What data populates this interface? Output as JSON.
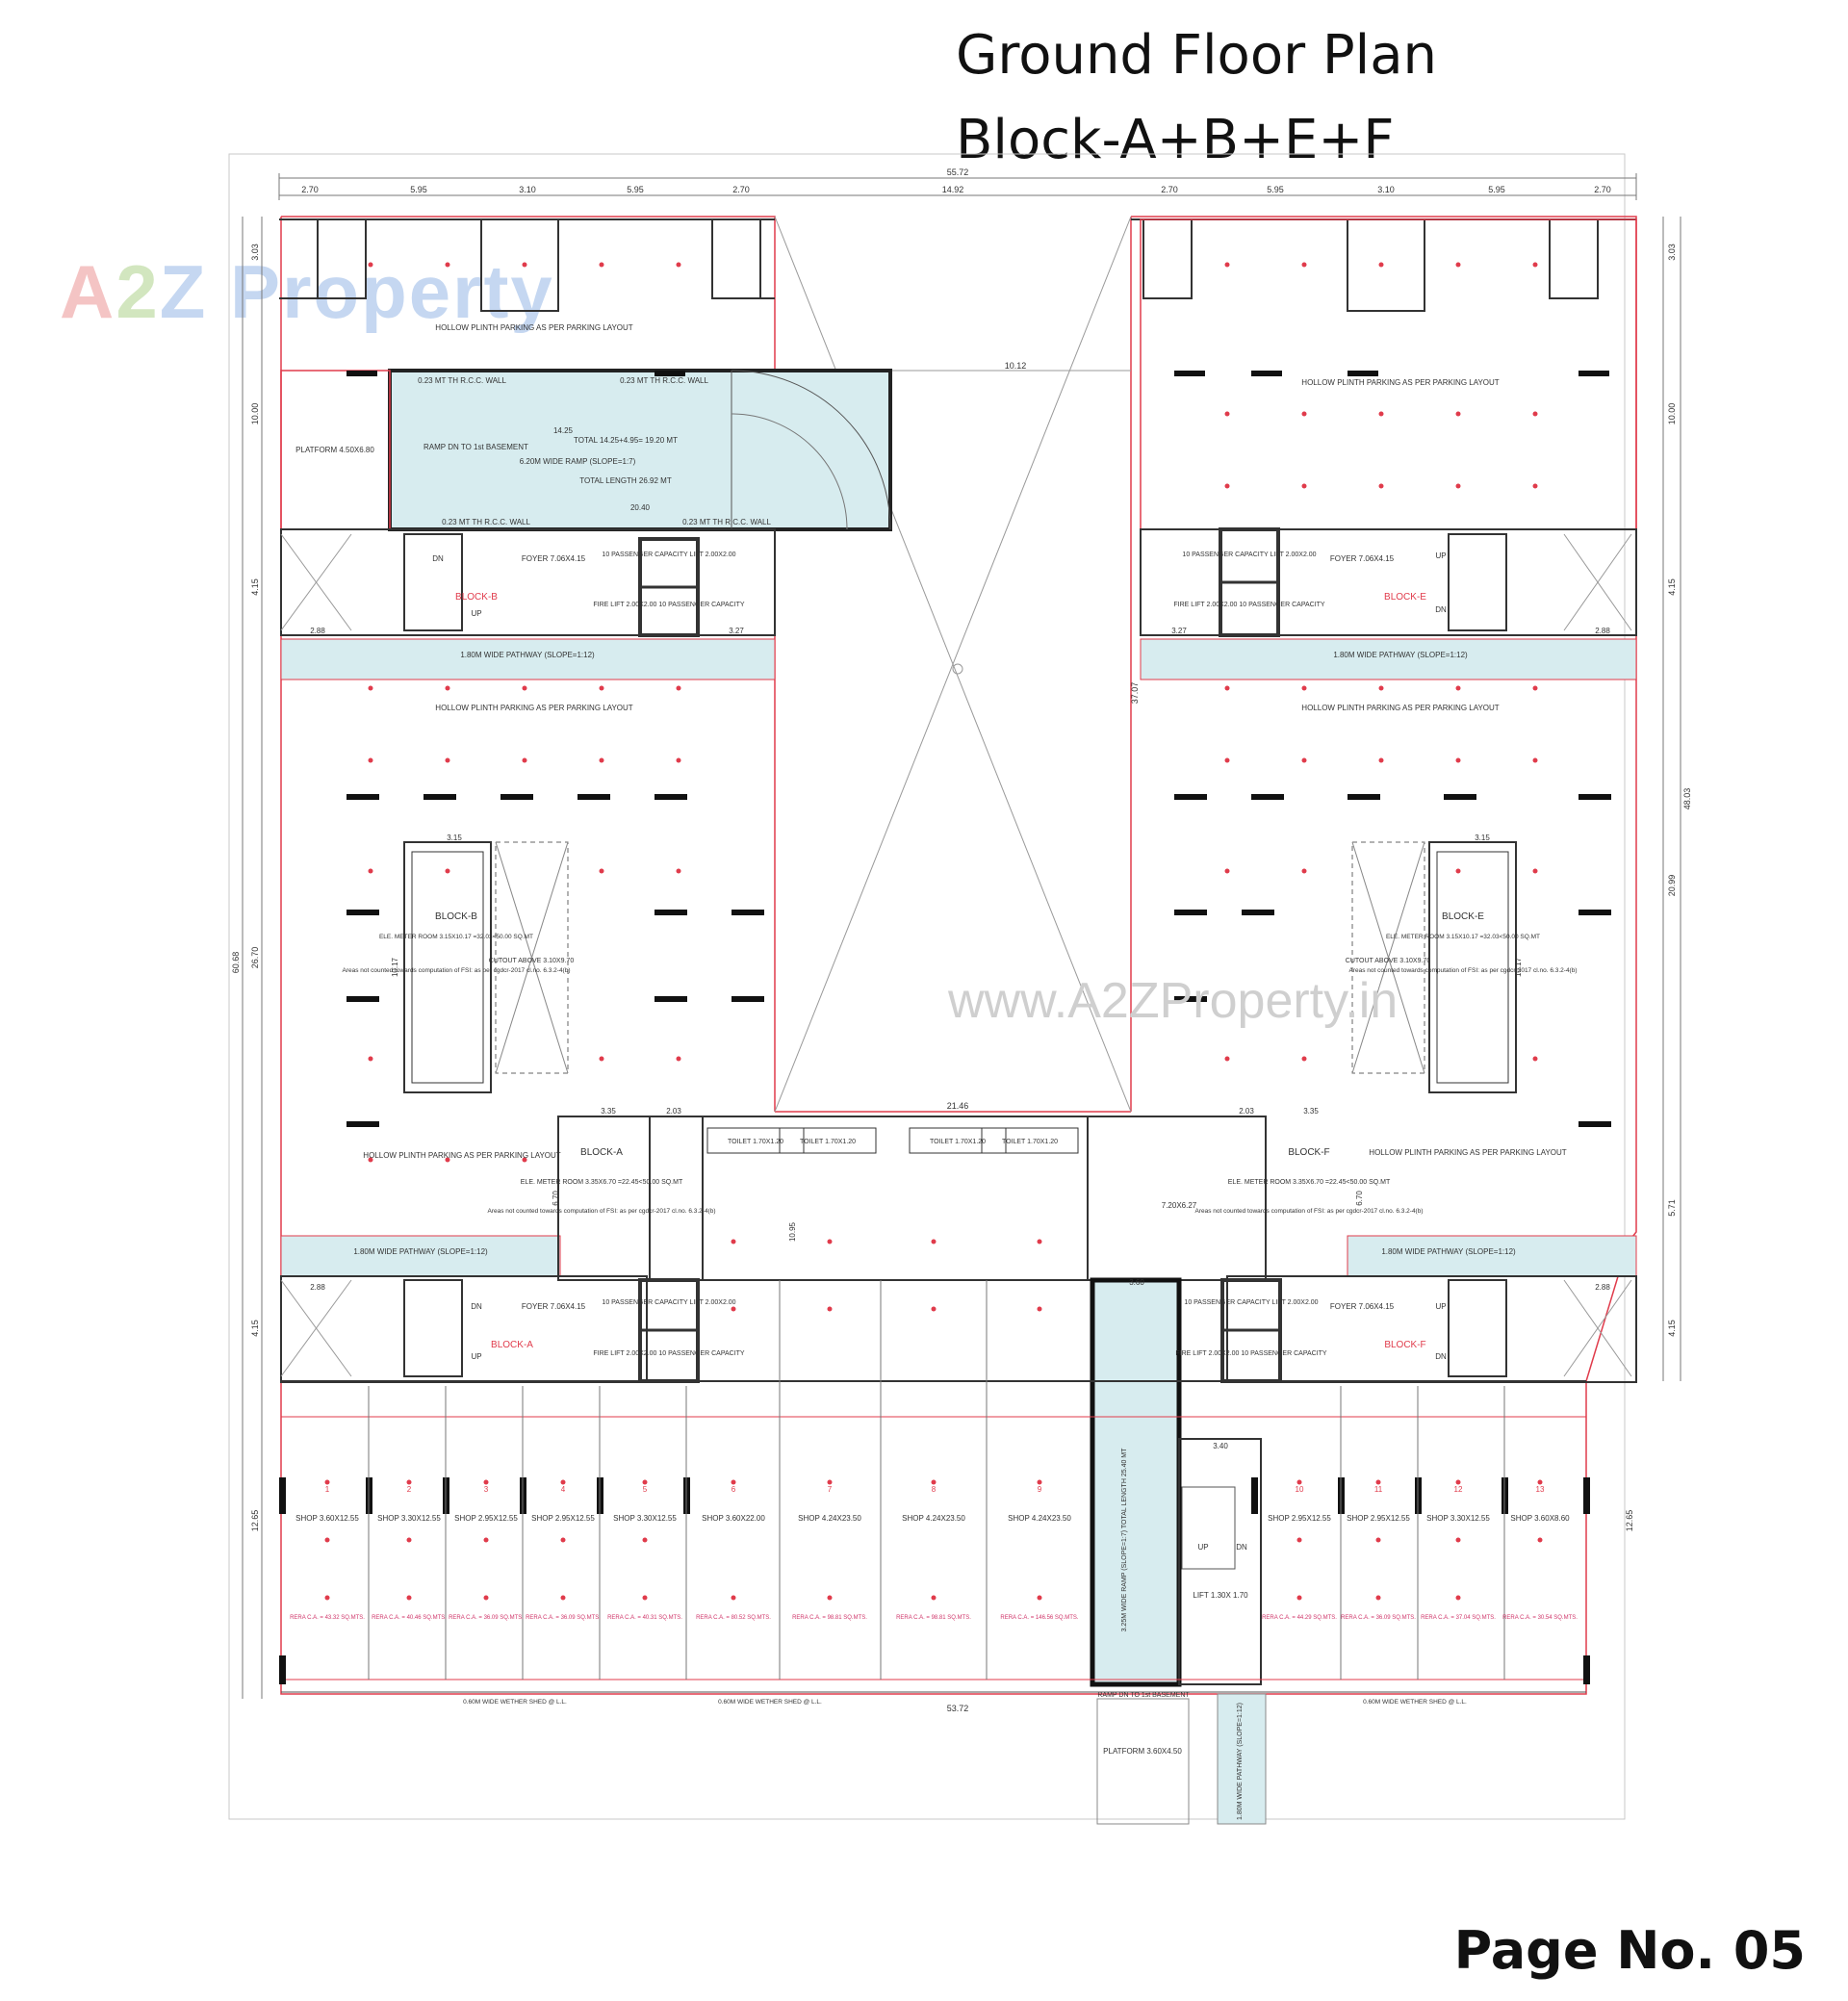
{
  "title": {
    "line1": "Ground Floor Plan",
    "line2": "Block-A+B+E+F"
  },
  "page_number": "Page No. 05",
  "watermark": {
    "logo_part1": "A",
    "logo_part2": "2",
    "logo_part3": "Z Property",
    "url": "www.A2ZProperty.in"
  },
  "colors": {
    "wall": "#333333",
    "red_line": "#e03b4b",
    "cyan_fill": "#d7ecef",
    "dim_line": "#777777",
    "rera_text": "#d0366a"
  },
  "dims": {
    "overall_top": "55.72",
    "overall_bottom": "53.72",
    "top_segments": [
      "2.70",
      "5.95",
      "3.10",
      "5.95",
      "2.70",
      "14.92",
      "2.70",
      "5.95",
      "3.10",
      "5.95",
      "2.70"
    ],
    "left_total": "60.68",
    "left_segments": [
      "3.03",
      "10.00",
      "4.15",
      "26.70",
      "4.15",
      "12.65"
    ],
    "right_total": "48.03",
    "right_segments": [
      "3.03",
      "10.00",
      "4.15",
      "20.99",
      "5.71",
      "4.15",
      "12.65"
    ],
    "court_width": "10.12",
    "court_height": "37.07",
    "centre_gap": "21.46"
  },
  "labels": {
    "hollow_plinth": "HOLLOW PLINTH PARKING AS PER PARKING LAYOUT",
    "platform_top": "PLATFORM 4.50X6.80",
    "ramp_to_basement": "RAMP DN TO 1st BASEMENT",
    "rcc_wall": "0.23 MT TH R.C.C. WALL",
    "ramp_total": "TOTAL 14.25+4.95= 19.20 MT",
    "ramp_wide": "6.20M WIDE RAMP (SLOPE=1:7)",
    "ramp_length": "TOTAL LENGTH 26.92 MT",
    "ramp_20_40": "20.40",
    "ramp_14_25": "14.25",
    "foyer": "FOYER 7.06X4.15",
    "passenger_lift": "10 PASSENGER CAPACITY LIFT 2.00X2.00",
    "fire_lift": "FIRE LIFT 2.00X2.00 10 PASSENGER CAPACITY",
    "pathway": "1.80M WIDE PATHWAY (SLOPE=1:12)",
    "block_a": "BLOCK-A",
    "block_b": "BLOCK-B",
    "block_e": "BLOCK-E",
    "block_f": "BLOCK-F",
    "meter_room_b": "ELE. METER ROOM 3.15X10.17 =32.03<50.00 SQ.MT",
    "meter_room_a": "ELE. METER ROOM 3.35X6.70 =22.45<50.00 SQ.MT",
    "meter_note": "Areas not counted towards computation of FSI: as per cgdcr-2017 cl.no. 6.3.2-4(b)",
    "cutout": "CUTOUT ABOVE 3.10X9.70",
    "dn": "DN",
    "up": "UP",
    "toilet": "TOILET 1.70X1.20",
    "area_720": "7.20X6.27",
    "ramp_325": "3.25M WIDE RAMP (SLOPE=1:7) TOTAL LENGTH 25.40 MT",
    "lift_small": "LIFT 1.30X 1.70",
    "shed": "0.60M WIDE WETHER SHED @ L.L.",
    "ramp_dn_basement": "RAMP DN TO 1st BASEMENT",
    "platform_bottom": "PLATFORM 3.60X4.50",
    "pathway_bottom": "1.80M WIDE PATHWAY (SLOPE=1:12)",
    "dim_360": "3.60",
    "dim_315": "3.15",
    "dim_335": "3.35",
    "dim_203": "2.03",
    "dim_288": "2.88",
    "dim_327": "3.27",
    "dim_1017": "10.17",
    "dim_670": "6.70",
    "dim_1095": "10.95",
    "dim_340": "3.40"
  },
  "shops": [
    {
      "no": "1",
      "size": "SHOP 3.60X12.55",
      "rera": "RERA C.A. = 43.32 SQ.MTS."
    },
    {
      "no": "2",
      "size": "SHOP 3.30X12.55",
      "rera": "RERA C.A. = 40.46 SQ.MTS."
    },
    {
      "no": "3",
      "size": "SHOP 2.95X12.55",
      "rera": "RERA C.A. = 36.09 SQ.MTS."
    },
    {
      "no": "4",
      "size": "SHOP 2.95X12.55",
      "rera": "RERA C.A. = 36.09 SQ.MTS."
    },
    {
      "no": "5",
      "size": "SHOP 3.30X12.55",
      "rera": "RERA C.A. = 40.31 SQ.MTS."
    },
    {
      "no": "6",
      "size": "SHOP 3.60X22.00",
      "rera": "RERA C.A. = 80.52 SQ.MTS."
    },
    {
      "no": "7",
      "size": "SHOP 4.24X23.50",
      "rera": "RERA C.A. = 98.81 SQ.MTS."
    },
    {
      "no": "8",
      "size": "SHOP 4.24X23.50",
      "rera": "RERA C.A. = 98.81 SQ.MTS."
    },
    {
      "no": "9",
      "size": "SHOP 4.24X23.50",
      "rera": "RERA C.A. = 146.56 SQ.MTS."
    },
    {
      "no": "10",
      "size": "SHOP 2.95X12.55",
      "rera": "RERA C.A. = 44.29 SQ.MTS."
    },
    {
      "no": "11",
      "size": "SHOP 2.95X12.55",
      "rera": "RERA C.A. = 36.09 SQ.MTS."
    },
    {
      "no": "12",
      "size": "SHOP 3.30X12.55",
      "rera": "RERA C.A. = 37.04 SQ.MTS."
    },
    {
      "no": "13",
      "size": "SHOP 3.60X8.60",
      "rera": "RERA C.A. = 30.54 SQ.MTS."
    }
  ]
}
